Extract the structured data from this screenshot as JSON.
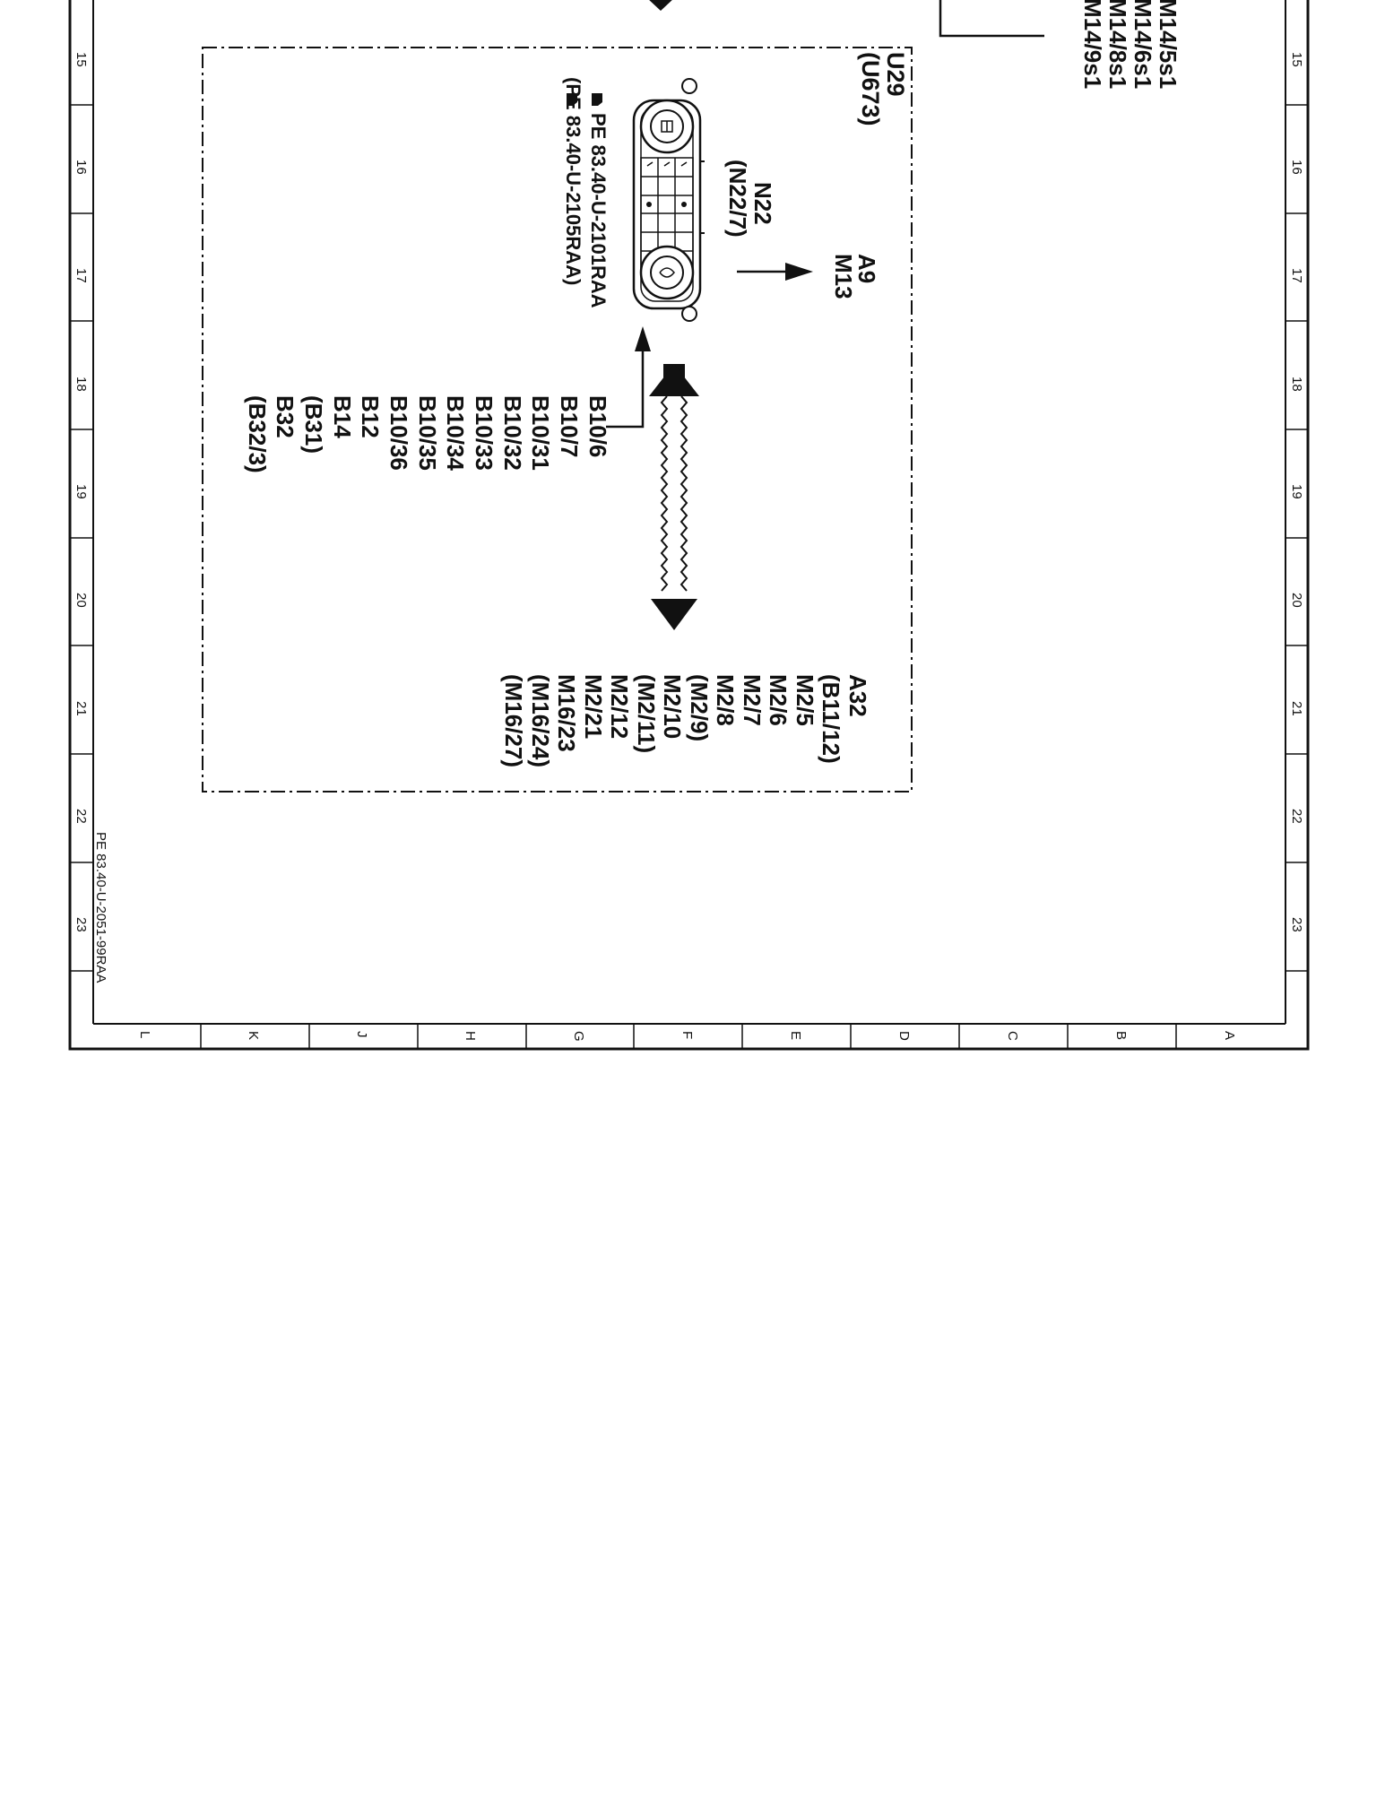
{
  "drawing_id": "PE 83.40-U-2051-99RAA",
  "row_numbers": [
    "15",
    "16",
    "17",
    "18",
    "19",
    "20",
    "21",
    "22",
    "23"
  ],
  "column_letters": [
    "L",
    "K",
    "J",
    "H",
    "G",
    "F",
    "E",
    "D",
    "C",
    "B",
    "A"
  ],
  "top_right_labels": [
    "M14/5s1",
    "M14/6s1",
    "M14/8s1",
    "M14/9s1"
  ],
  "module": {
    "id": "U29",
    "alt_id": "(U673)"
  },
  "control_unit": {
    "id": "N22",
    "alt_id": "(N22/7)"
  },
  "references": [
    "PE 83.40-U-2101RAA",
    "(PE 83.40-U-2105RAA)"
  ],
  "output_labels": [
    "A9",
    "M13"
  ],
  "sensor_inputs": [
    "B10/6",
    "B10/7",
    "B10/31",
    "B10/32",
    "B10/33",
    "B10/34",
    "B10/35",
    "B10/36",
    "B12",
    "B14",
    "(B31)",
    "B32",
    "(B32/3)"
  ],
  "actuator_outputs": [
    "A32",
    "(B11/12)",
    "M2/5",
    "M2/6",
    "M2/7",
    "M2/8",
    "(M2/9)",
    "M2/10",
    "(M2/11)",
    "M2/12",
    "M2/21",
    "M16/23",
    "(M16/24)",
    "(M16/27)"
  ]
}
